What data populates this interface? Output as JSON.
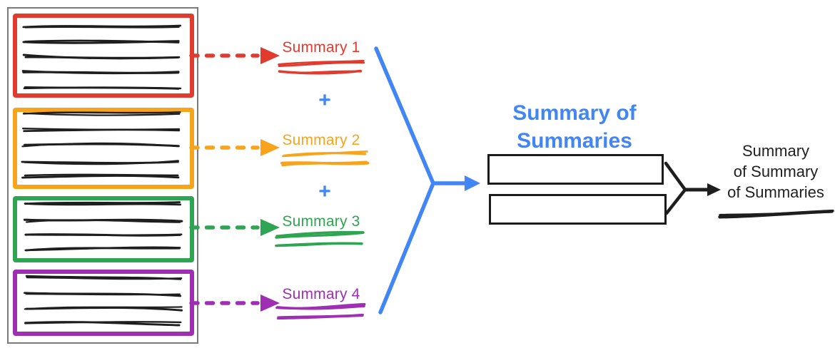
{
  "palette": {
    "red": "#E13B2F",
    "orange": "#F7A41C",
    "green": "#2FA452",
    "purple": "#9E2FB3",
    "blue": "#4285F4",
    "ink": "#1E1E1E",
    "textblack": "#212121",
    "docgray": "#7A7A7A",
    "boxline": "#1B1B1B",
    "background": "#FFFFFF"
  },
  "source_document": {
    "sections": [
      {
        "id": "section-1",
        "color": "#E13B2F",
        "text_line_count": 5
      },
      {
        "id": "section-2",
        "color": "#F7A41C",
        "text_line_count": 5
      },
      {
        "id": "section-3",
        "color": "#2FA452",
        "text_line_count": 4
      },
      {
        "id": "section-4",
        "color": "#9E2FB3",
        "text_line_count": 4
      }
    ]
  },
  "summaries": [
    {
      "label": "Summary 1",
      "color": "#E13B2F"
    },
    {
      "label": "Summary 2",
      "color": "#F7A41C"
    },
    {
      "label": "Summary 3",
      "color": "#2FA452"
    },
    {
      "label": "Summary 4",
      "color": "#9E2FB3"
    }
  ],
  "plus_sign": "+",
  "combined_title": {
    "line1": "Summary of",
    "line2": "Summaries",
    "color": "#4285F4"
  },
  "final_summary": {
    "line1": "Summary",
    "line2": "of Summary",
    "line3": "of Summaries",
    "color": "#212121"
  }
}
